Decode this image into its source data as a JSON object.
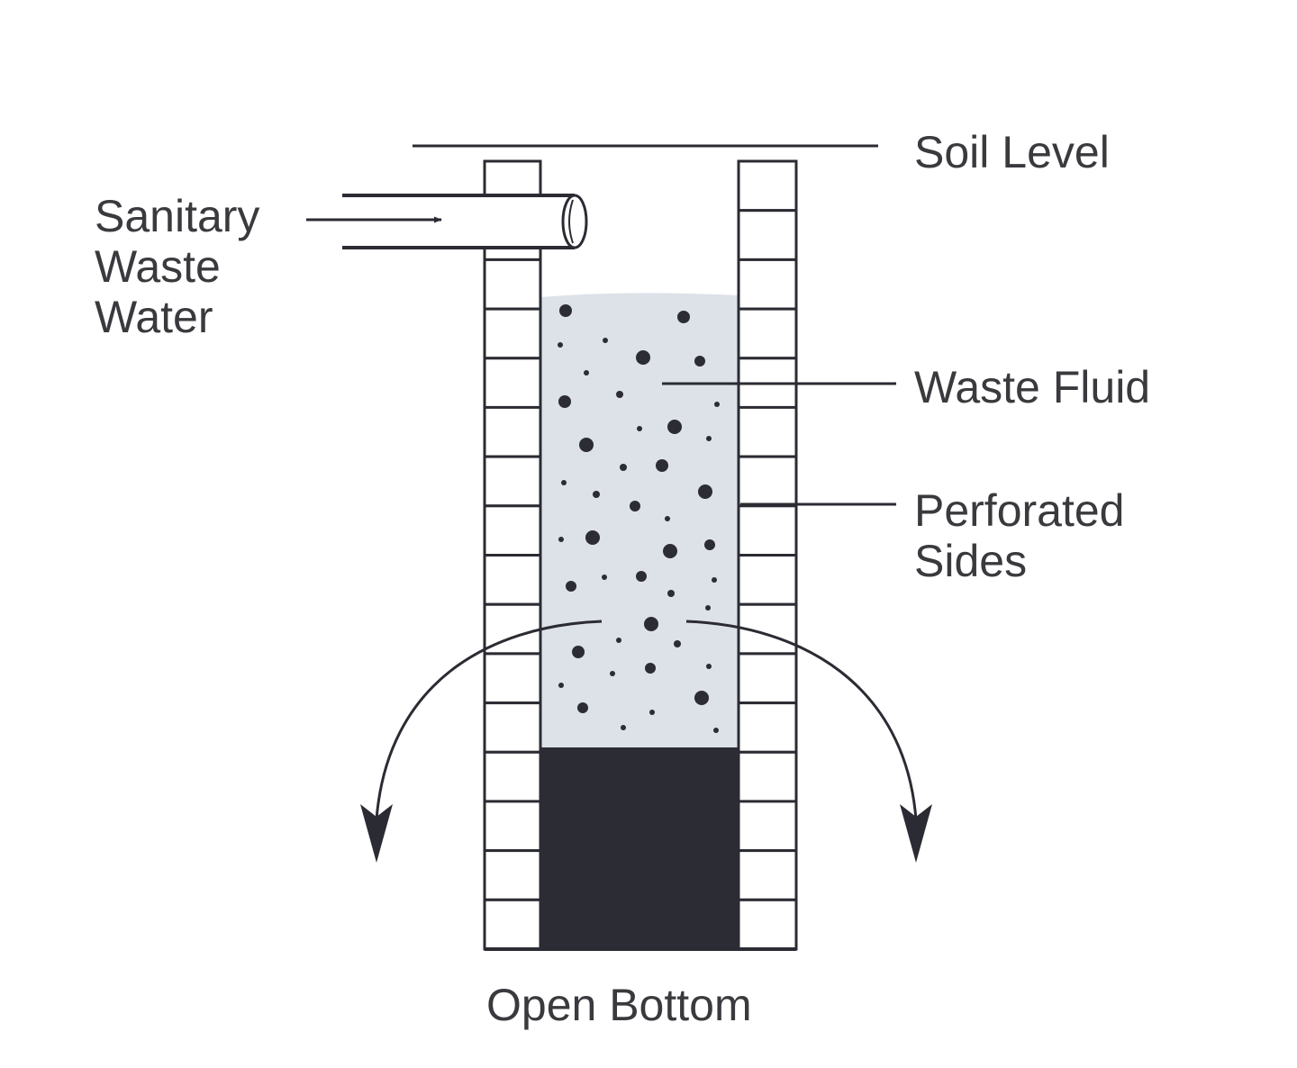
{
  "labels": {
    "soil_level": "Soil Level",
    "inflow": [
      "Sanitary",
      "Waste",
      "Water"
    ],
    "waste_fluid": "Waste Fluid",
    "perforated_sides": [
      "Perforated",
      "Sides"
    ],
    "open_bottom": "Open Bottom"
  },
  "colors": {
    "ink": "#2b2b33",
    "label_text": "#3a3a3e",
    "fluid": "#dde1e8",
    "sludge": "#2c2c34",
    "background": "#ffffff"
  }
}
